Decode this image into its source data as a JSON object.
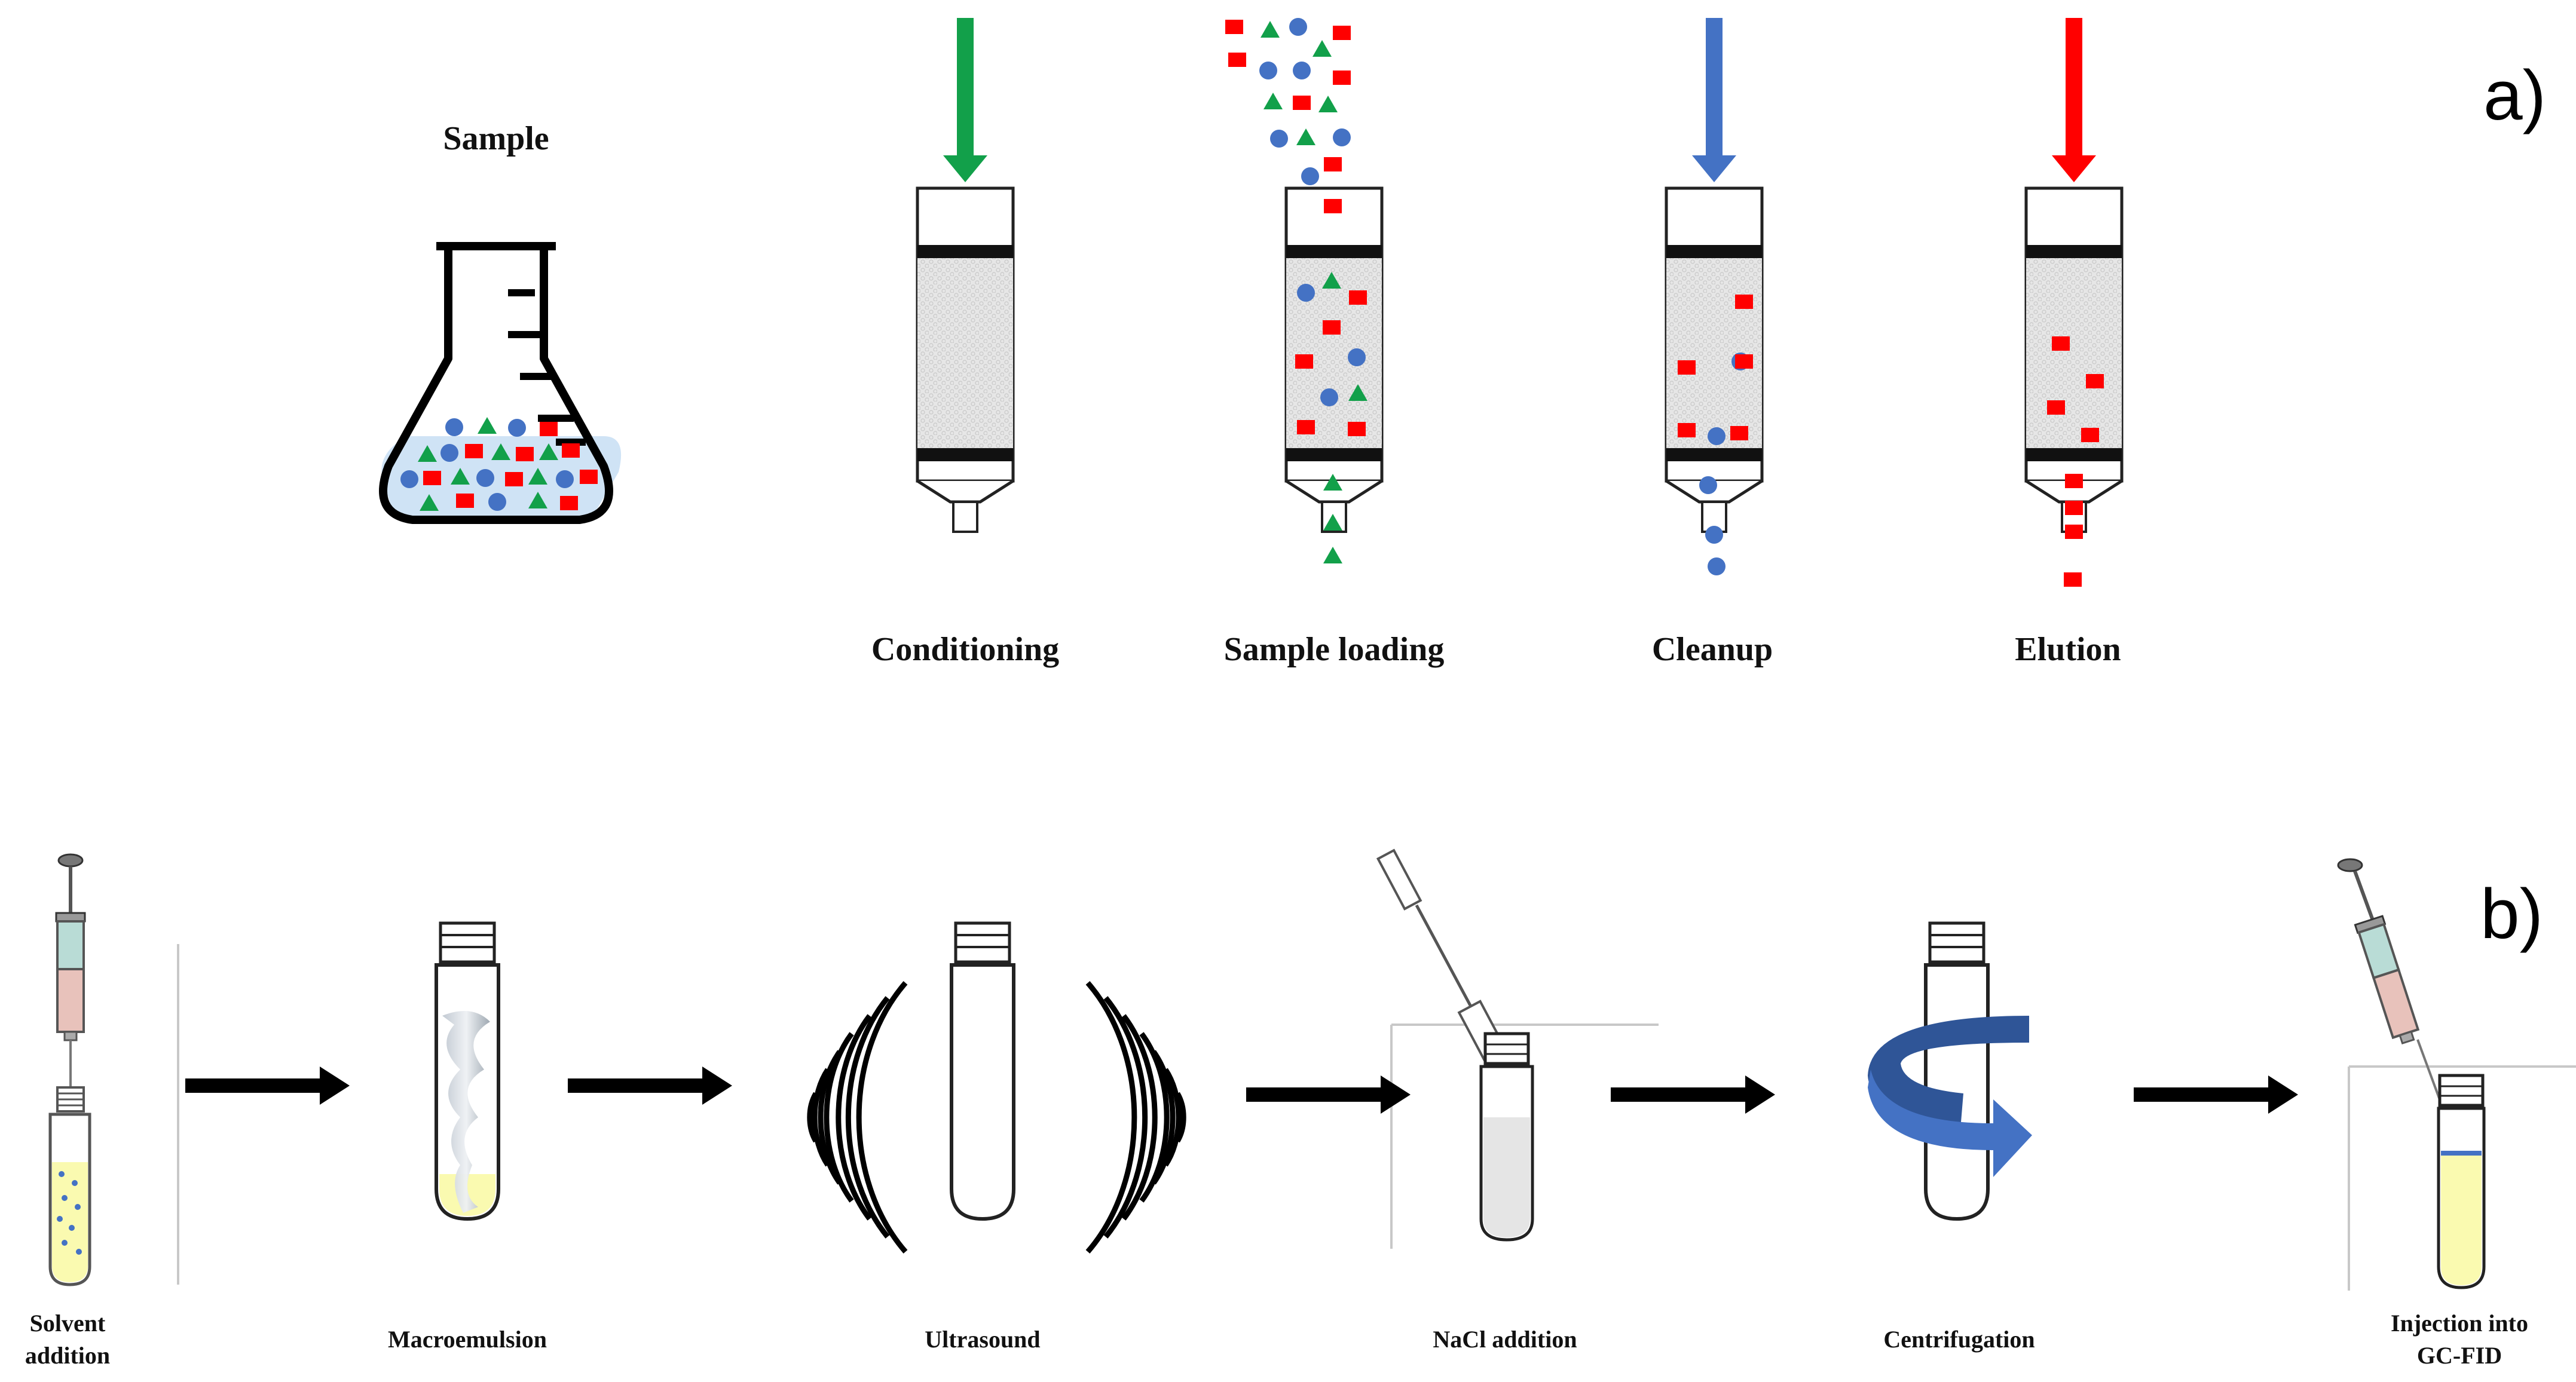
{
  "panel_a": {
    "letter": "a)",
    "sample_label": "Sample",
    "steps": [
      "Conditioning",
      "Sample loading",
      "Cleanup",
      "Elution"
    ]
  },
  "panel_b": {
    "letter": "b)",
    "steps": [
      {
        "line1": "Solvent",
        "line2": "addition"
      },
      {
        "line1": "Macroemulsion",
        "line2": ""
      },
      {
        "line1": "Ultrasound",
        "line2": ""
      },
      {
        "line1": "NaCl addition",
        "line2": ""
      },
      {
        "line1": "Centrifugation",
        "line2": ""
      },
      {
        "line1": "Injection into",
        "line2": "GC-FID"
      }
    ]
  },
  "colors": {
    "green": "#12a04a",
    "blue": "#4472c4",
    "red": "#ff0000",
    "dark_blue": "#2f5597",
    "yellow_liquid": "#fafab0",
    "light_blue_liquid": "#cfe3f5"
  }
}
